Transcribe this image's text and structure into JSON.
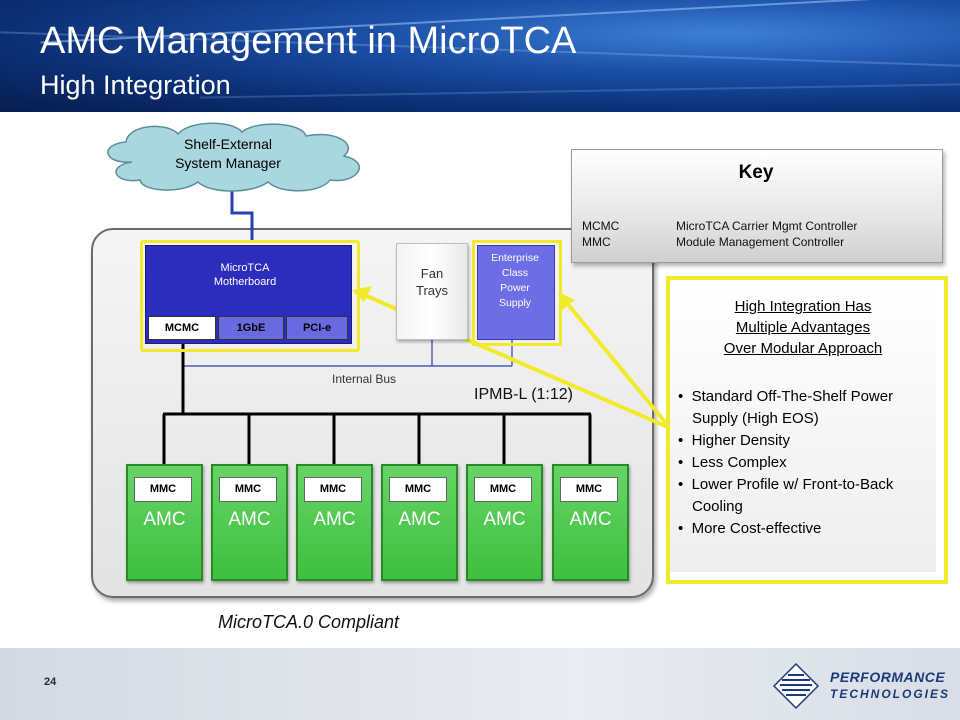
{
  "slide": {
    "title": "AMC Management in MicroTCA",
    "subtitle": "High Integration",
    "page_number": "24",
    "compliance_label": "MicroTCA.0 Compliant"
  },
  "logo": {
    "line1": "PERFORMANCE",
    "line2": "TECHNOLOGIES"
  },
  "diagram": {
    "cloud_label": "Shelf-External\nSystem Manager",
    "motherboard": {
      "label": "MicroTCA\nMotherboard",
      "ports": [
        "MCMC",
        "1GbE",
        "PCI-e"
      ]
    },
    "fan_trays_label": "Fan\nTrays",
    "power_supply_label": "Enterprise\nClass\nPower\nSupply",
    "internal_bus_label": "Internal Bus",
    "ipmb_label": "IPMB-L (1:12)",
    "amc_modules": [
      {
        "controller": "MMC",
        "label": "AMC"
      },
      {
        "controller": "MMC",
        "label": "AMC"
      },
      {
        "controller": "MMC",
        "label": "AMC"
      },
      {
        "controller": "MMC",
        "label": "AMC"
      },
      {
        "controller": "MMC",
        "label": "AMC"
      },
      {
        "controller": "MMC",
        "label": "AMC"
      }
    ]
  },
  "key": {
    "title": "Key",
    "entries": [
      {
        "term": "MCMC",
        "definition": "MicroTCA Carrier Mgmt Controller"
      },
      {
        "term": "MMC",
        "definition": "Module Management Controller"
      }
    ]
  },
  "advantages": {
    "heading": "High Integration Has\nMultiple Advantages\nOver Modular Approach",
    "items": [
      "Standard Off-The-Shelf Power Supply (High EOS)",
      "Higher Density",
      "Less Complex",
      "Lower Profile w/ Front-to-Back Cooling",
      "More Cost-effective"
    ]
  },
  "colors": {
    "header_blue": "#0c2f74",
    "motherboard_blue": "#2c2cbd",
    "port_blue": "#6a6ae0",
    "amc_green": "#3fbf3f",
    "highlight_yellow": "#f0ea2a",
    "cloud_fill": "#a9d6df",
    "wire_blue": "#2a3fb0"
  }
}
